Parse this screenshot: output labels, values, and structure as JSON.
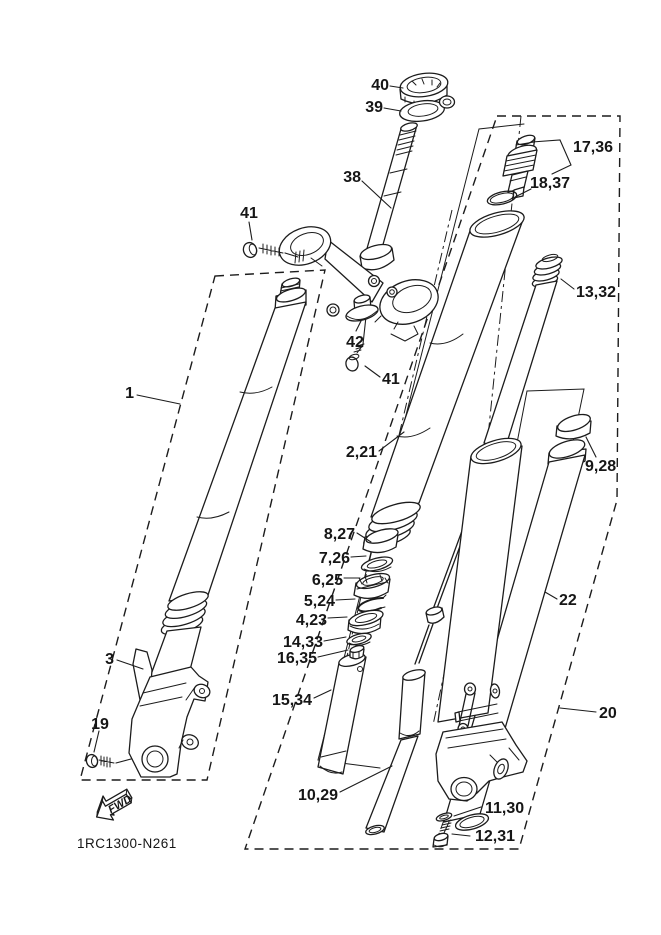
{
  "diagram": {
    "code": "1RC1300-N261",
    "direction_label": "FWD",
    "ink_color": "#1c1c1c",
    "paper_color": "#ffffff",
    "callouts": {
      "c1": "1",
      "c3": "3",
      "c19": "19",
      "c38": "38",
      "c39": "39",
      "c40": "40",
      "c41_top": "41",
      "c41_bottom": "41",
      "c42": "42",
      "c2_21": "2,21",
      "c17_36": "17,36",
      "c18_37": "18,37",
      "c13_32": "13,32",
      "c9_28": "9,28",
      "c22": "22",
      "c8_27": "8,27",
      "c7_26": "7,26",
      "c6_25": "6,25",
      "c5_24": "5,24",
      "c4_23": "4,23",
      "c14_33": "14,33",
      "c16_35": "16,35",
      "c15_34": "15,34",
      "c10_29": "10,29",
      "c20": "20",
      "c11_30": "11,30",
      "c12_31": "12,31"
    }
  }
}
